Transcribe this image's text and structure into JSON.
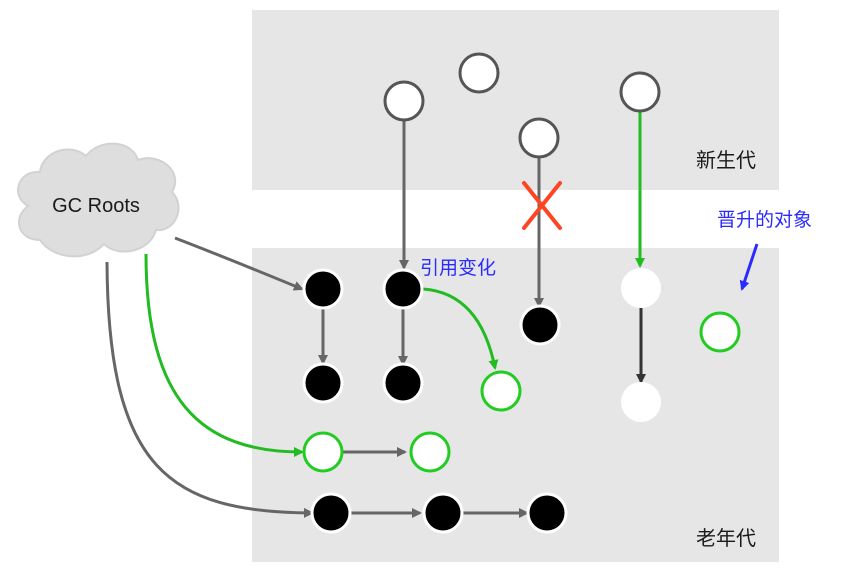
{
  "labels": {
    "gc_roots": "GC Roots",
    "young_gen": "新生代",
    "old_gen": "老年代",
    "reference_change": "引用变化",
    "promoted_objects": "晋升的对象"
  },
  "colors": {
    "region_fill": "#e6e6e6",
    "cloud_fill": "#dedede",
    "edge_gray": "#666666",
    "edge_dark": "#333333",
    "edge_green": "#22bb22",
    "node_black": "#000000",
    "node_green_stroke": "#22cc22",
    "annotation_blue": "#2b2bff",
    "cut_mark_red": "#ff4422"
  }
}
